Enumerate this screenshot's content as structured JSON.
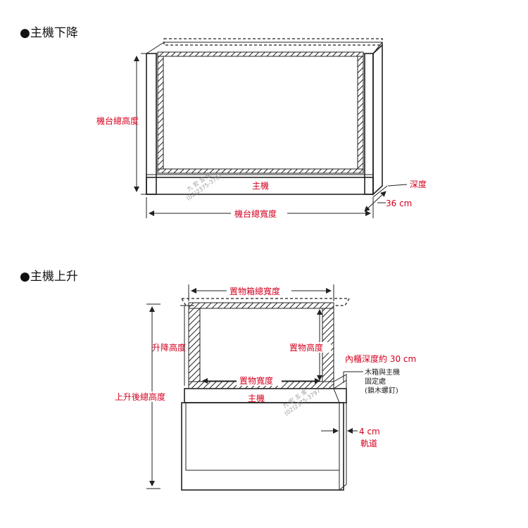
{
  "section1": {
    "header": "●主機下降",
    "total_height_label": "機台總高度",
    "host_label": "主機",
    "depth_label": "深度",
    "depth_value": "36 cm",
    "total_width_label": "機台總寬度"
  },
  "section2": {
    "header": "●主機上升",
    "box_total_width_label": "置物箱總寬度",
    "lift_height_label": "升降高度",
    "box_height_label": "置物高度",
    "inner_depth_label": "內櫃深度約 30 cm",
    "fix_note_line1": "木箱與主機",
    "fix_note_line2": "固定處",
    "fix_note_line3": "(鎖木螺釘)",
    "box_width_label": "置物寬度",
    "host_label": "主機",
    "total_height_after_label": "上升後總高度",
    "rail_value": "4 cm",
    "rail_label": "軌道"
  },
  "watermark": {
    "line1": "九 宏 五 金",
    "line2": "(02)2375-3797"
  }
}
